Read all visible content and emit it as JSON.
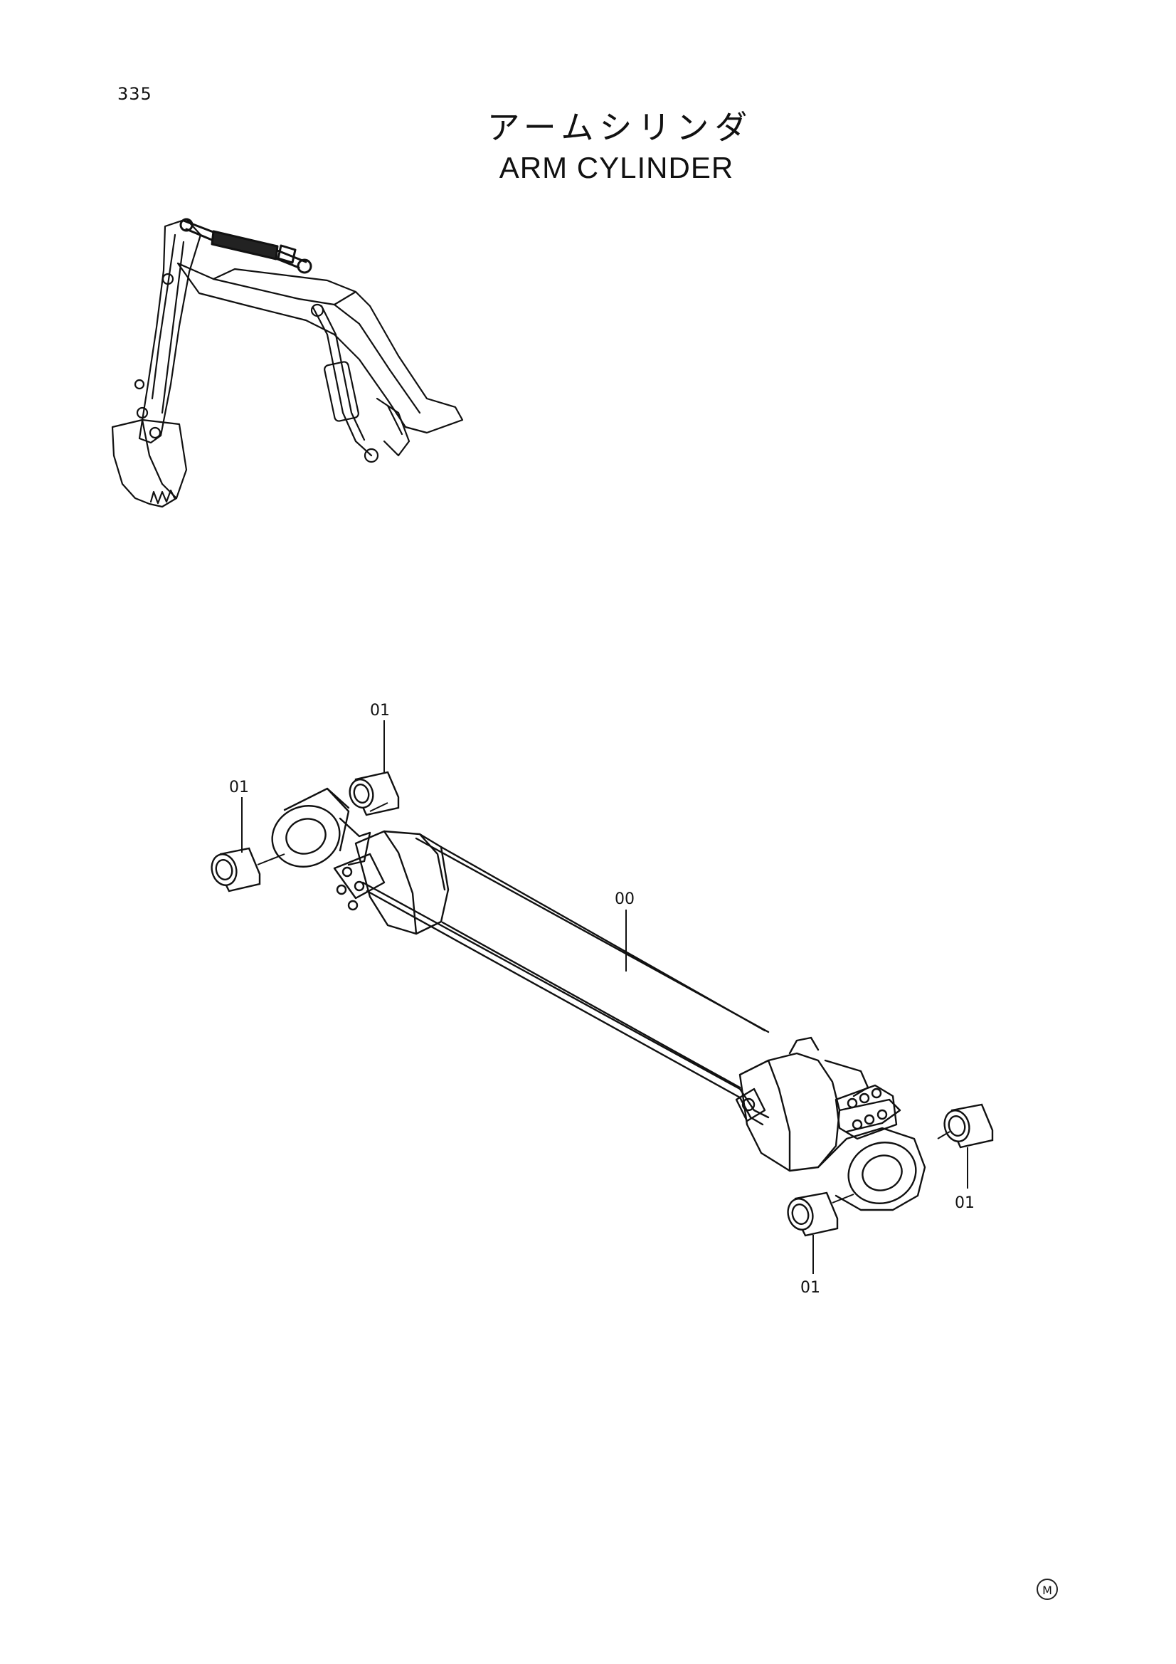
{
  "page": {
    "number": "335",
    "title_jp": "アームシリンダ",
    "title_en": "ARM CYLINDER"
  },
  "callouts": {
    "c_top": "01",
    "c_left": "01",
    "c_main": "00",
    "c_right": "01",
    "c_bottom": "01"
  },
  "mark": "M",
  "colors": {
    "line": "#111111",
    "background": "#ffffff"
  }
}
